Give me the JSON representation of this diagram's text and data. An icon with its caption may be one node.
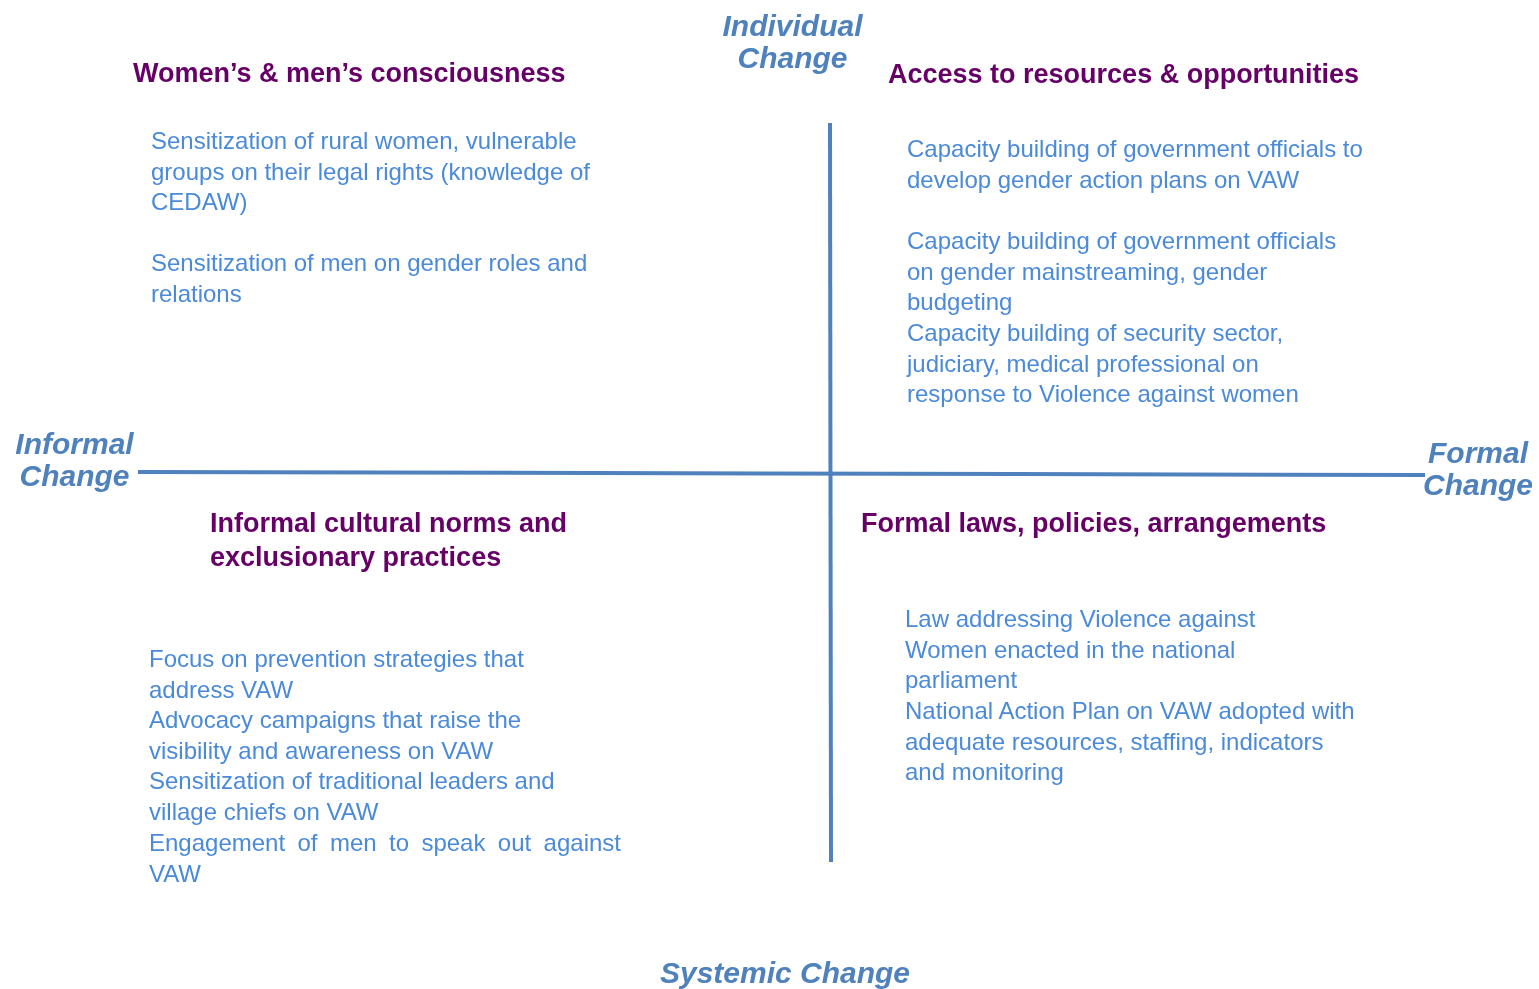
{
  "diagram": {
    "labels": [
      "Individual Change",
      "Women’s & men’s consciousness",
      "Access to resources & opportunities",
      "Sensitization of rural women, vulnerable groups on their legal rights (knowledge of CEDAW)",
      "Sensitization of men on gender roles and relations",
      "Capacity building of government officials to develop gender action plans on VAW",
      "Capacity building of government officials on gender mainstreaming, gender budgeting",
      "Capacity building of security sector, judiciary, medical professional on response to Violence against women",
      "Informal Change",
      "Formal Change",
      "Informal cultural norms and exclusionary practices",
      "Formal laws, policies, arrangements",
      "Focus on prevention strategies that address VAW",
      "Advocacy campaigns that raise the visibility and awareness on VAW",
      "Sensitization of traditional leaders and village chiefs on VAW",
      "Engagement of men to speak out against VAW",
      "Law addressing Violence against Women enacted in the national parliament",
      "National Action Plan on VAW adopted with adequate resources, staffing, indicators and monitoring",
      "Systemic Change"
    ]
  }
}
